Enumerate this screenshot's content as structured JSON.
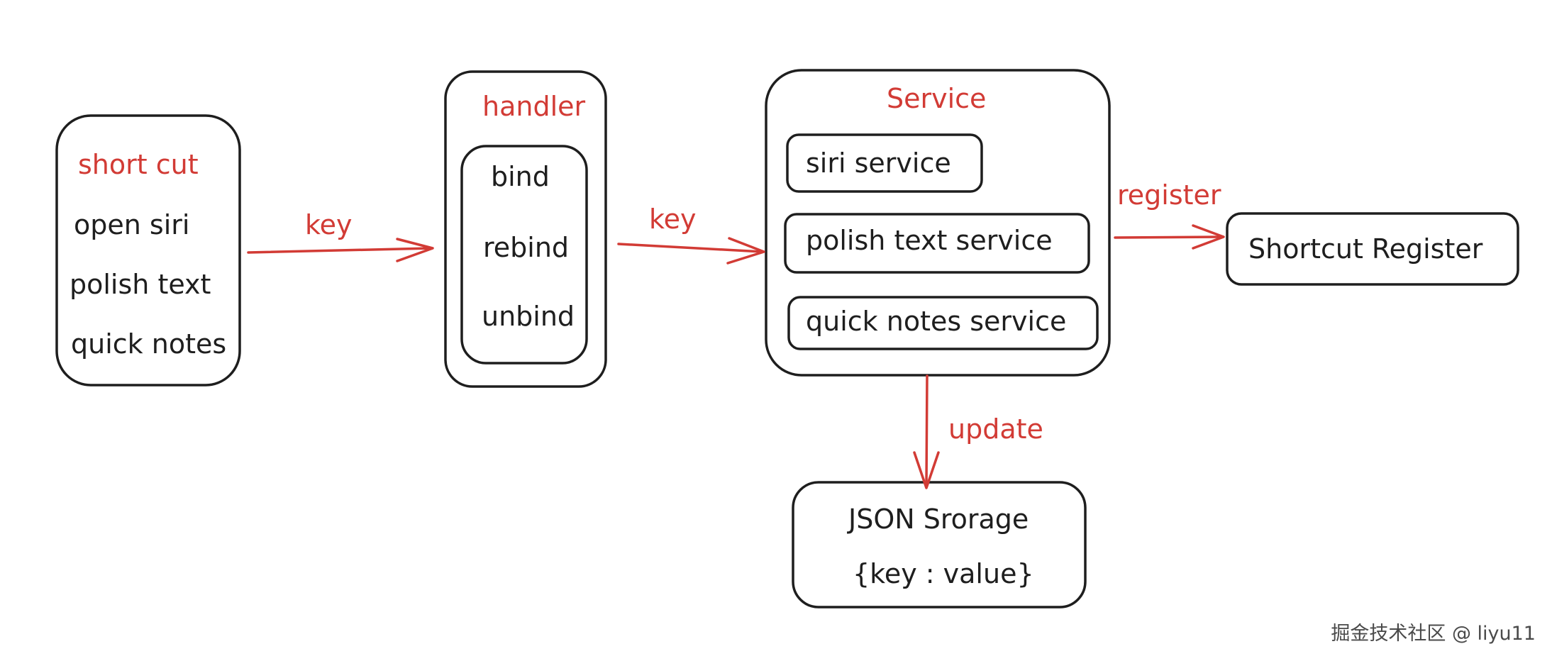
{
  "diagram": {
    "shortcut_box": {
      "title": "short cut",
      "items": [
        "open siri",
        "polish text",
        "quick notes"
      ]
    },
    "handler_box": {
      "title": "handler",
      "items": [
        "bind",
        "rebind",
        "unbind"
      ]
    },
    "service_box": {
      "title": "Service",
      "items": [
        "siri service",
        "polish text service",
        "quick notes service"
      ]
    },
    "shortcut_register": {
      "label": "Shortcut Register"
    },
    "json_storage": {
      "title": "JSON Srorage",
      "subtitle": "{key : value}"
    },
    "edges": {
      "shortcut_to_handler": "key",
      "handler_to_service": "key",
      "service_to_register": "register",
      "service_to_storage": "update"
    },
    "watermark": "掘金技术社区 @ liyu11",
    "colors": {
      "stroke": "#1e1e1e",
      "accent": "#d23b35",
      "background": "#ffffff"
    }
  }
}
